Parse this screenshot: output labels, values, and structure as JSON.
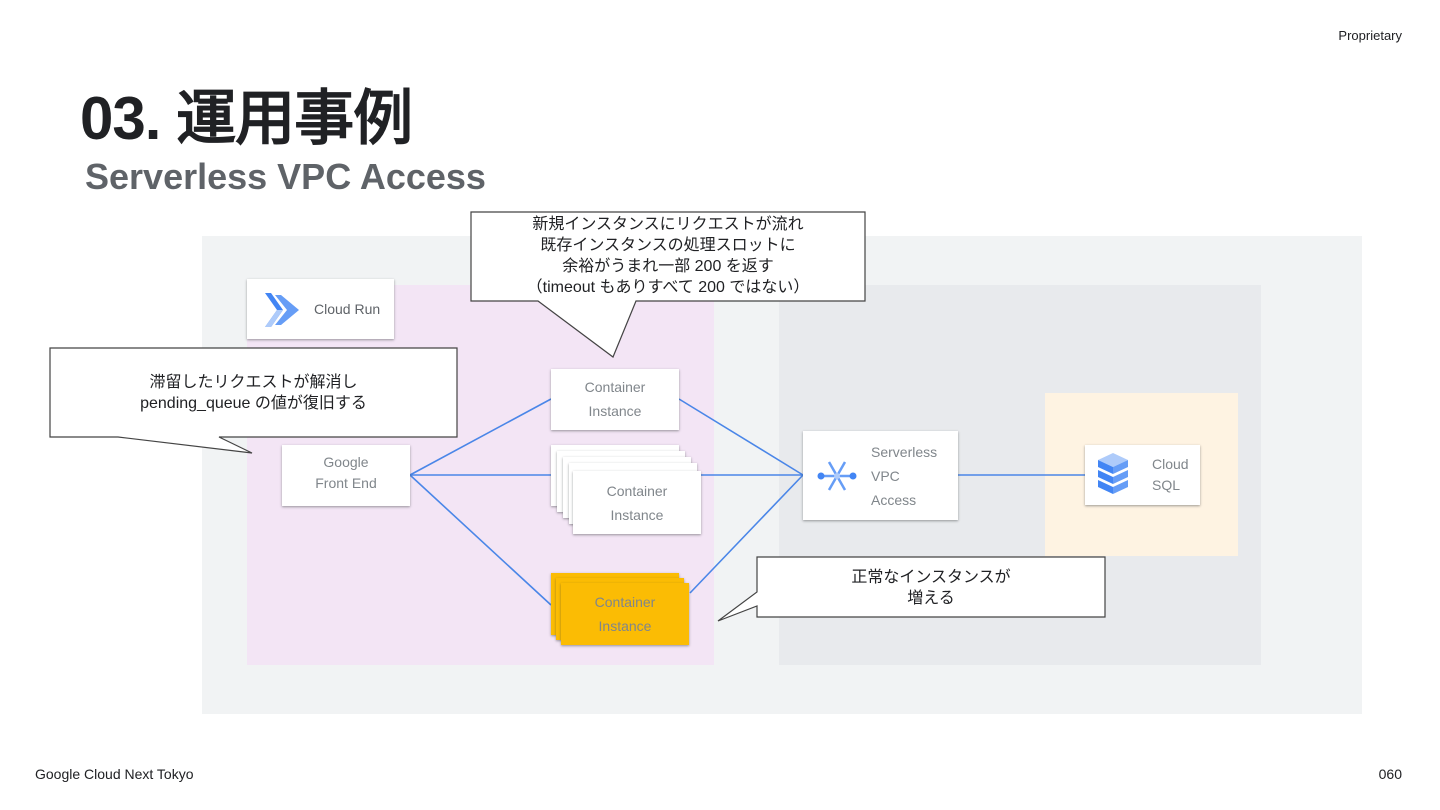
{
  "header": {
    "proprietary": "Proprietary",
    "title": "03. 運用事例",
    "subtitle": "Serverless VPC Access"
  },
  "footer": {
    "event": "Google Cloud Next Tokyo",
    "page": "060"
  },
  "diagram": {
    "cloud_run_label": "Cloud Run",
    "gfe": {
      "line1": "Google",
      "line2": "Front End"
    },
    "container_top": {
      "line1": "Container",
      "line2": "Instance"
    },
    "container_mid": {
      "line1": "Container",
      "line2": "Instance"
    },
    "container_bottom": {
      "line1": "Container",
      "line2": "Instance"
    },
    "vpc_access": {
      "line1": "Serverless",
      "line2": "VPC",
      "line3": "Access"
    },
    "cloud_sql": {
      "line1": "Cloud",
      "line2": "SQL"
    },
    "line_color": "#4a86e8"
  },
  "callouts": {
    "top": "新規インスタンスにリクエストが流れ\n既存インスタンスの処理スロットに\n余裕がうまれ一部 200 を返す\n（timeout もありすべて 200 ではない）",
    "left": "滞留したリクエストが解消し\npending_queue の値が復旧する",
    "bottom": "正常なインスタンスが\n増える"
  }
}
